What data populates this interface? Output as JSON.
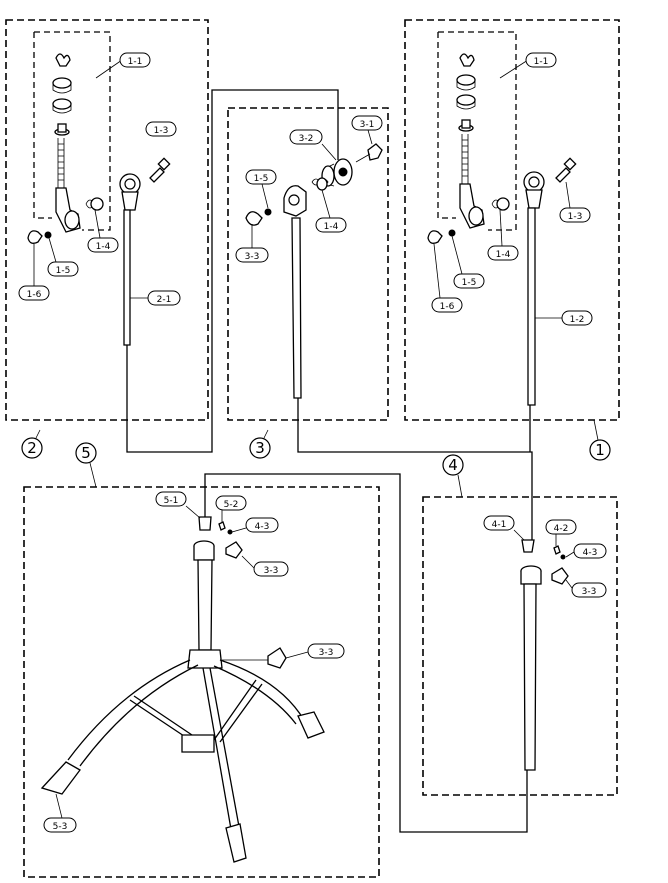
{
  "assemblies": [
    {
      "id": "a1",
      "label": "1"
    },
    {
      "id": "a2",
      "label": "2"
    },
    {
      "id": "a3",
      "label": "3"
    },
    {
      "id": "a4",
      "label": "4"
    },
    {
      "id": "a5",
      "label": "5"
    }
  ],
  "part_labels": {
    "a2": [
      "1-1",
      "1-3",
      "1-4",
      "1-5",
      "1-6",
      "2-1"
    ],
    "a3": [
      "3-1",
      "3-2",
      "1-5",
      "1-4",
      "3-3"
    ],
    "a1": [
      "1-1",
      "1-3",
      "1-4",
      "1-5",
      "1-6",
      "1-2"
    ],
    "a4": [
      "4-1",
      "4-2",
      "4-3",
      "3-3"
    ],
    "a5": [
      "5-1",
      "5-2",
      "4-3",
      "3-3",
      "3-3",
      "5-3"
    ]
  }
}
